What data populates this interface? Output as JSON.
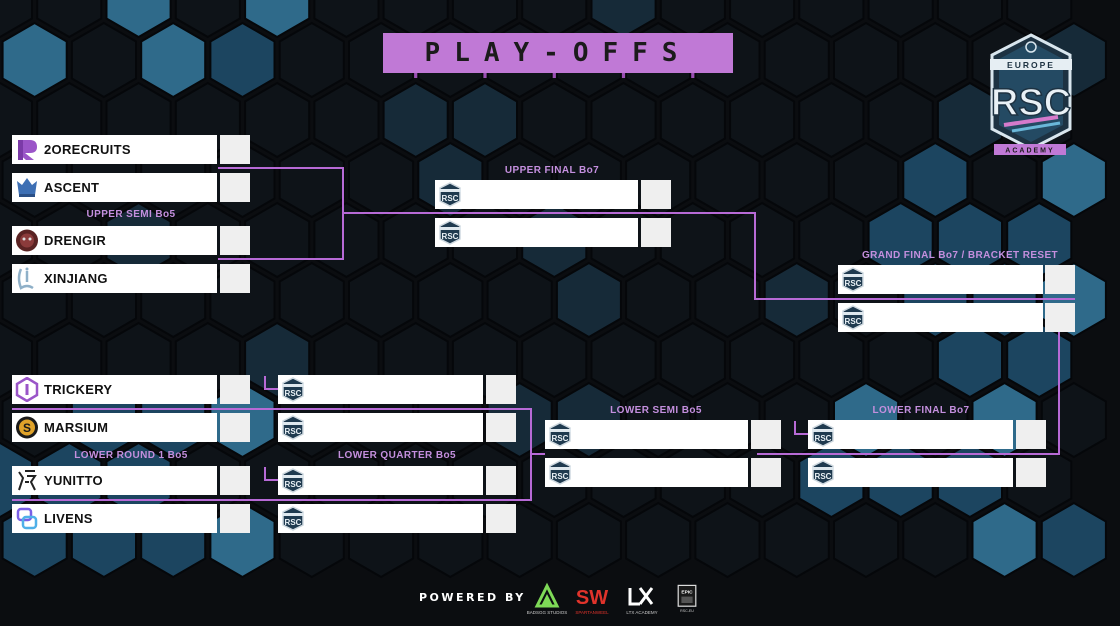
{
  "header": {
    "title": "PLAY-OFFS"
  },
  "logo": {
    "top_text": "EUROPE",
    "main_text": "RSC",
    "bottom_text": "ACADEMY"
  },
  "labels": {
    "upper_semi": "UPPER SEMI Bo5",
    "upper_final": "UPPER FINAL Bo7",
    "grand_final": "GRAND FINAL Bo7 / BRACKET RESET",
    "lower_round1": "LOWER ROUND 1 Bo5",
    "lower_quarter": "LOWER QUARTER Bo5",
    "lower_semi": "LOWER SEMI Bo5",
    "lower_final": "LOWER FINAL Bo7"
  },
  "upper_teams": [
    "2ORECRUITS",
    "ASCENT",
    "DRENGIR",
    "XINJIANG"
  ],
  "lower_teams": [
    "TRICKERY",
    "MARSIUM",
    "YUNITTO",
    "LIVENS"
  ],
  "footer": {
    "powered_by": "POWERED BY",
    "sponsors": [
      "BADSGG STUDIOS",
      "SPARTANWEEL",
      "LTX ACADEMY",
      "RSC-EU"
    ]
  },
  "colors": {
    "accent": "#c079d6",
    "line": "#b76ad6",
    "background": "#0b0d10"
  }
}
